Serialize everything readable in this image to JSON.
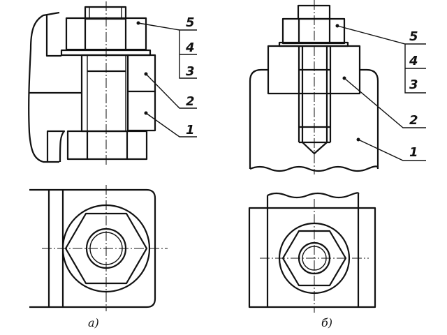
{
  "figure_a": {
    "caption": "а)",
    "labels": [
      "5",
      "4",
      "3",
      "2",
      "1"
    ]
  },
  "figure_b": {
    "caption": "б)",
    "labels": [
      "5",
      "4",
      "3",
      "2",
      "1"
    ]
  }
}
